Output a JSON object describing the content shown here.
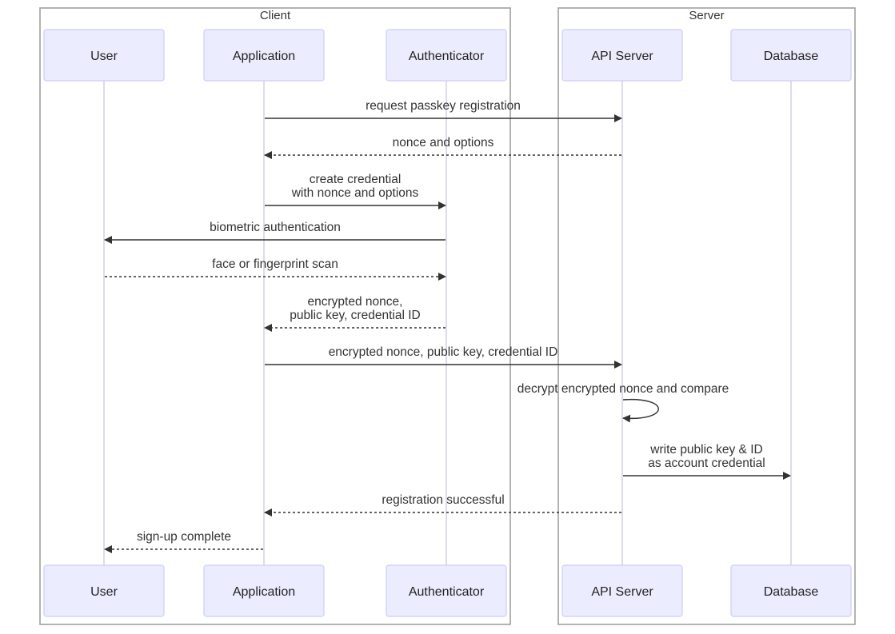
{
  "colors": {
    "actor_fill": "#ececff",
    "actor_border": "#ccccff",
    "lifeline": "#d3cfe8",
    "group_border": "#9a9a9a",
    "message": "#333333",
    "text": "#333333"
  },
  "groups": [
    {
      "id": "client",
      "label": "Client"
    },
    {
      "id": "server",
      "label": "Server"
    }
  ],
  "actors": [
    {
      "id": "user",
      "label": "User",
      "group": "client"
    },
    {
      "id": "application",
      "label": "Application",
      "group": "client"
    },
    {
      "id": "authenticator",
      "label": "Authenticator",
      "group": "client"
    },
    {
      "id": "api_server",
      "label": "API Server",
      "group": "server"
    },
    {
      "id": "database",
      "label": "Database",
      "group": "server"
    }
  ],
  "messages": [
    {
      "from": "application",
      "to": "api_server",
      "style": "solid",
      "lines": [
        "request passkey registration"
      ]
    },
    {
      "from": "api_server",
      "to": "application",
      "style": "dashed",
      "lines": [
        "nonce and options"
      ]
    },
    {
      "from": "application",
      "to": "authenticator",
      "style": "solid",
      "lines": [
        "create credential",
        "with nonce and options"
      ]
    },
    {
      "from": "authenticator",
      "to": "user",
      "style": "solid",
      "lines": [
        "biometric authentication"
      ]
    },
    {
      "from": "user",
      "to": "authenticator",
      "style": "dashed",
      "lines": [
        "face or fingerprint scan"
      ]
    },
    {
      "from": "authenticator",
      "to": "application",
      "style": "dashed",
      "lines": [
        "encrypted nonce,",
        "public key, credential ID"
      ]
    },
    {
      "from": "application",
      "to": "api_server",
      "style": "solid",
      "lines": [
        "encrypted nonce, public key, credential ID"
      ]
    },
    {
      "from": "api_server",
      "to": "api_server",
      "style": "solid",
      "lines": [
        "decrypt encrypted nonce and compare"
      ]
    },
    {
      "from": "api_server",
      "to": "database",
      "style": "solid",
      "lines": [
        "write public key & ID",
        "as account credential"
      ]
    },
    {
      "from": "api_server",
      "to": "application",
      "style": "dashed",
      "lines": [
        "registration successful"
      ]
    },
    {
      "from": "application",
      "to": "user",
      "style": "dashed",
      "lines": [
        "sign-up complete"
      ]
    }
  ]
}
